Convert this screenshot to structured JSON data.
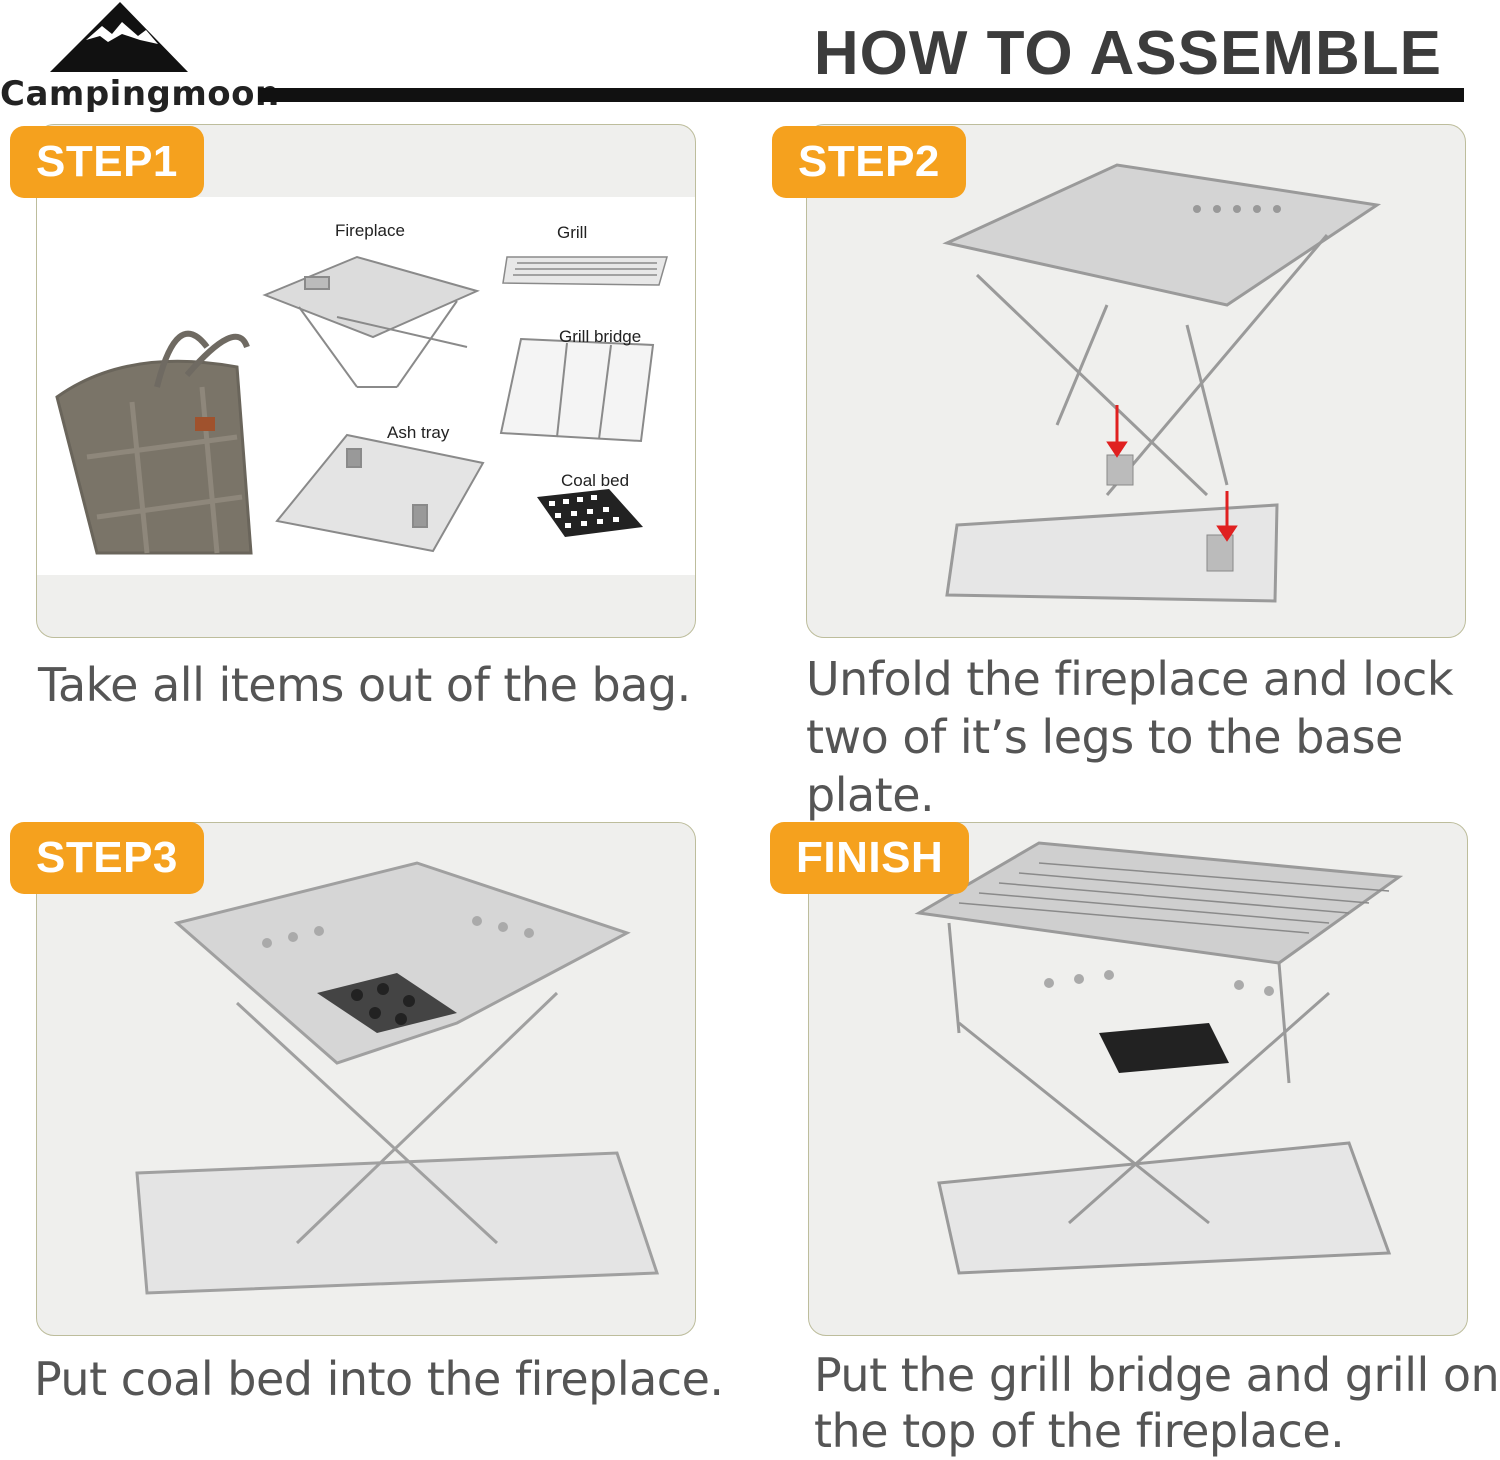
{
  "brand": {
    "name": "Campingmoon",
    "logo_icon": "mountain-icon"
  },
  "header": {
    "title": "HOW TO ASSEMBLE"
  },
  "steps": [
    {
      "badge": "STEP1",
      "caption_lines": [
        "Take all items out of the bag."
      ],
      "items": {
        "fireplace": "Fireplace",
        "grill": "Grill",
        "grill_bridge": "Grill bridge",
        "ash_tray": "Ash tray",
        "coal_bed": "Coal bed"
      }
    },
    {
      "badge": "STEP2",
      "caption_lines": [
        "Unfold the fireplace and lock",
        "two of it’s legs to the base plate."
      ]
    },
    {
      "badge": "STEP3",
      "caption_lines": [
        "Put coal bed into the fireplace."
      ]
    },
    {
      "badge": "FINISH",
      "caption_lines": [
        "Put the grill bridge and grill on",
        "the top of the fireplace."
      ]
    }
  ],
  "colors": {
    "badge": "#f5a11e",
    "panel_border": "#bdbd9c",
    "panel_bg": "#efefed",
    "arrow": "#e02020"
  }
}
